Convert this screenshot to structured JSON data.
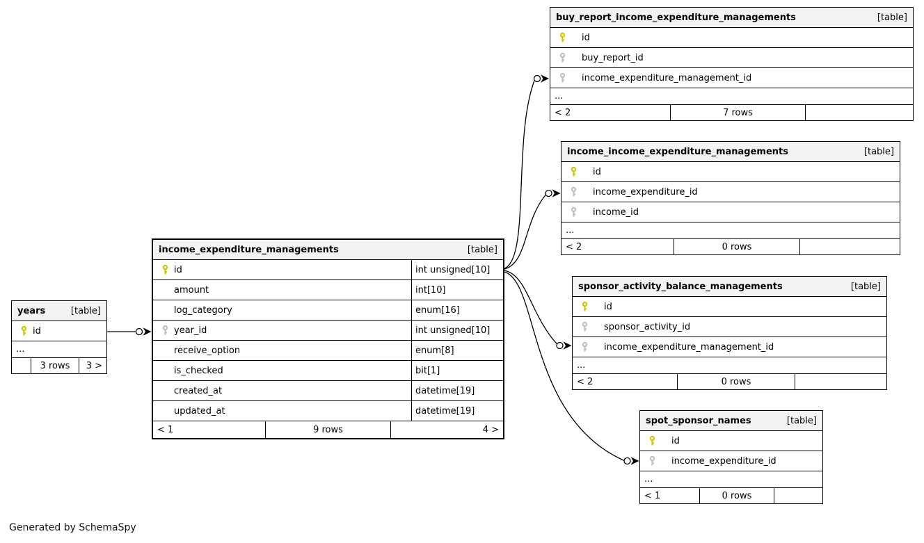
{
  "diagram": {
    "generated_by": "Generated by SchemaSpy"
  },
  "colors": {
    "pk_key": "#cccc00",
    "fk_key": "#c0c0c0",
    "header_bg": "#f3f3f3",
    "border": "#000000"
  },
  "tables": [
    {
      "key": "years",
      "name": "years",
      "badge": "[table]",
      "columns": [
        {
          "name": "id",
          "keytype": "pk"
        }
      ],
      "ellipsis": "...",
      "footer": {
        "left": "",
        "center": "3 rows",
        "right": "3 >"
      }
    },
    {
      "key": "income_expenditure_managements",
      "name": "income_expenditure_managements",
      "badge": "[table]",
      "columns": [
        {
          "name": "id",
          "type": "int unsigned[10]",
          "keytype": "pk"
        },
        {
          "name": "amount",
          "type": "int[10]",
          "keytype": "none"
        },
        {
          "name": "log_category",
          "type": "enum[16]",
          "keytype": "none"
        },
        {
          "name": "year_id",
          "type": "int unsigned[10]",
          "keytype": "fk"
        },
        {
          "name": "receive_option",
          "type": "enum[8]",
          "keytype": "none"
        },
        {
          "name": "is_checked",
          "type": "bit[1]",
          "keytype": "none"
        },
        {
          "name": "created_at",
          "type": "datetime[19]",
          "keytype": "none"
        },
        {
          "name": "updated_at",
          "type": "datetime[19]",
          "keytype": "none"
        }
      ],
      "ellipsis": "",
      "footer": {
        "left": "< 1",
        "center": "9 rows",
        "right": "4 >"
      }
    },
    {
      "key": "buy_report_income_expenditure_managements",
      "name": "buy_report_income_expenditure_managements",
      "badge": "[table]",
      "columns": [
        {
          "name": "id",
          "keytype": "pk"
        },
        {
          "name": "buy_report_id",
          "keytype": "fk"
        },
        {
          "name": "income_expenditure_management_id",
          "keytype": "fk"
        }
      ],
      "ellipsis": "...",
      "footer": {
        "left": "< 2",
        "center": "7 rows",
        "right": ""
      }
    },
    {
      "key": "income_income_expenditure_managements",
      "name": "income_income_expenditure_managements",
      "badge": "[table]",
      "columns": [
        {
          "name": "id",
          "keytype": "pk"
        },
        {
          "name": "income_expenditure_id",
          "keytype": "fk"
        },
        {
          "name": "income_id",
          "keytype": "fk"
        }
      ],
      "ellipsis": "...",
      "footer": {
        "left": "< 2",
        "center": "0 rows",
        "right": ""
      }
    },
    {
      "key": "sponsor_activity_balance_managements",
      "name": "sponsor_activity_balance_managements",
      "badge": "[table]",
      "columns": [
        {
          "name": "id",
          "keytype": "pk"
        },
        {
          "name": "sponsor_activity_id",
          "keytype": "fk"
        },
        {
          "name": "income_expenditure_management_id",
          "keytype": "fk"
        }
      ],
      "ellipsis": "...",
      "footer": {
        "left": "< 2",
        "center": "0 rows",
        "right": ""
      }
    },
    {
      "key": "spot_sponsor_names",
      "name": "spot_sponsor_names",
      "badge": "[table]",
      "columns": [
        {
          "name": "id",
          "keytype": "pk"
        },
        {
          "name": "income_expenditure_id",
          "keytype": "fk"
        }
      ],
      "ellipsis": "...",
      "footer": {
        "left": "< 1",
        "center": "0 rows",
        "right": ""
      }
    }
  ]
}
